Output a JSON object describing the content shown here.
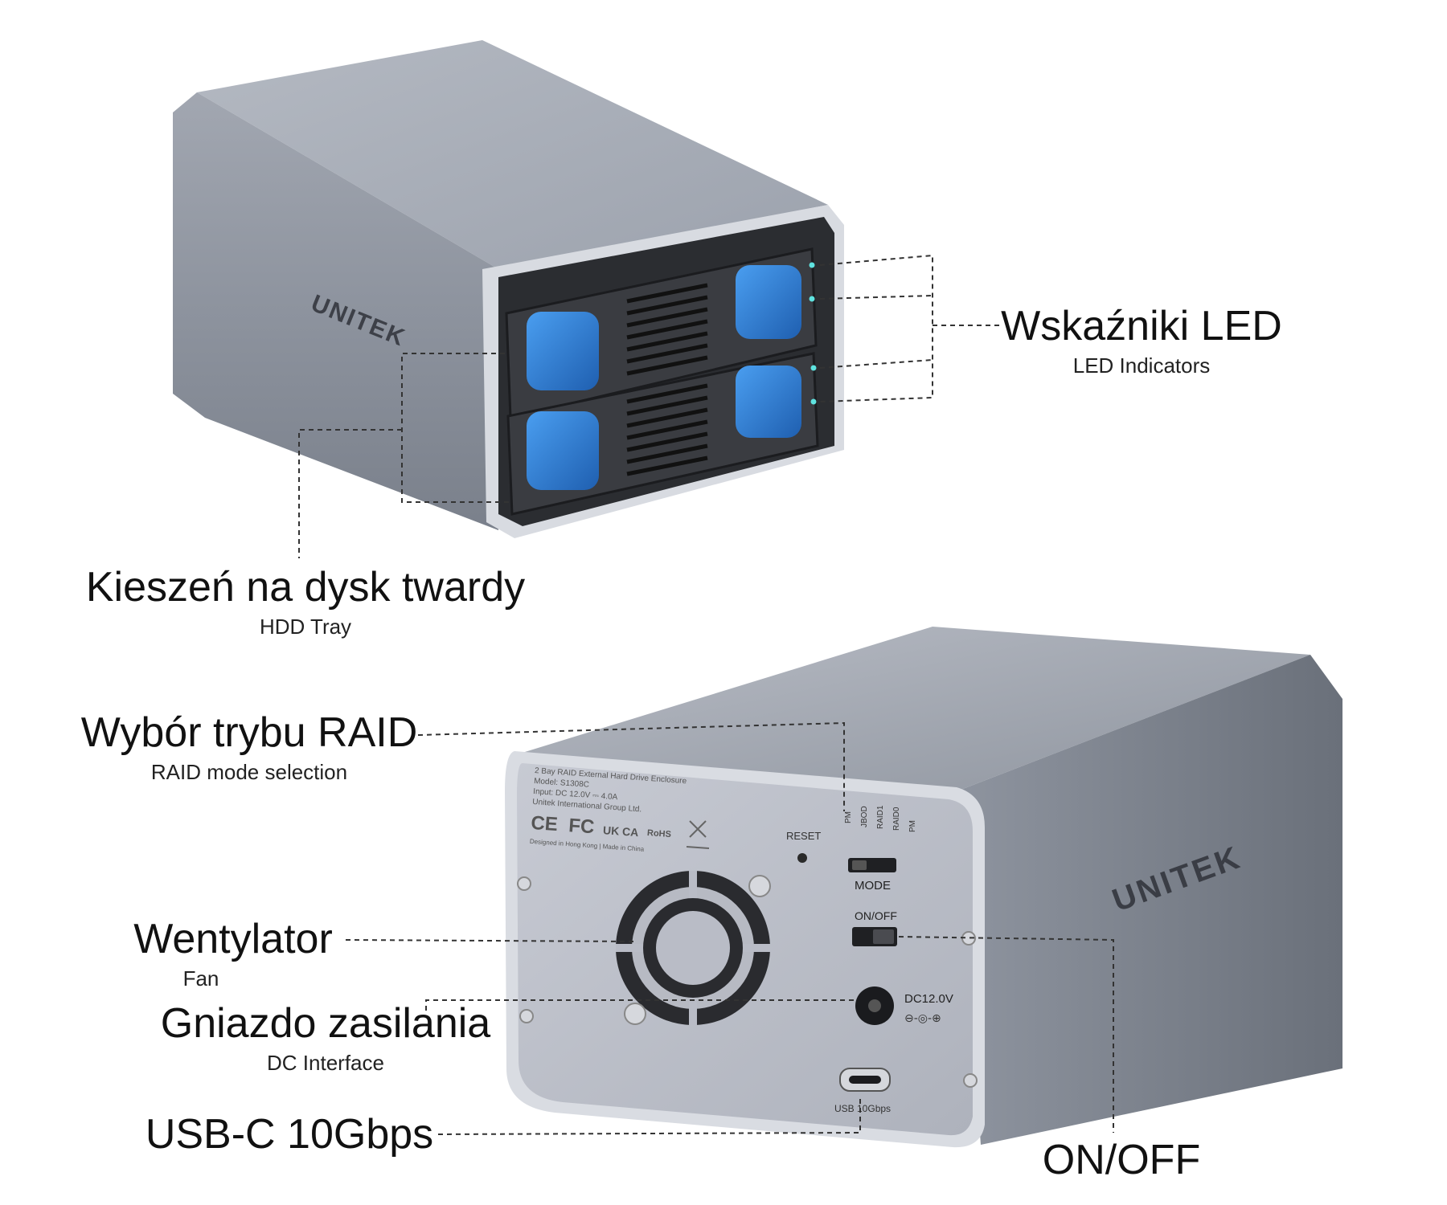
{
  "colors": {
    "background": "#ffffff",
    "aluminum_light": "#c4c8d0",
    "aluminum_mid": "#9aa0ab",
    "aluminum_dark": "#6d737e",
    "front_panel": "#2b2d31",
    "tray_handle_blue": "#2f7fd6",
    "led_cyan": "#5fe3e0",
    "back_panel": "#b9bcc6",
    "leader_line": "#333333"
  },
  "brand": {
    "logo_text": "UNITEK"
  },
  "labels": {
    "led": {
      "pl": "Wskaźniki LED",
      "en": "LED Indicators"
    },
    "hdd_tray": {
      "pl": "Kieszeń na dysk twardy",
      "en": "HDD Tray"
    },
    "raid": {
      "pl": "Wybór trybu RAID",
      "en": "RAID mode selection"
    },
    "fan": {
      "pl": "Wentylator",
      "en": "Fan"
    },
    "dc": {
      "pl": "Gniazdo zasilania",
      "en": "DC Interface"
    },
    "usb": {
      "pl": "USB-C 10Gbps"
    },
    "onoff": {
      "pl": "ON/OFF"
    }
  },
  "back_panel": {
    "info_lines": [
      "2 Bay RAID External Hard Drive Enclosure",
      "Model: S1308C",
      "Input: DC 12.0V ⎓ 4.0A",
      "Unitek International Group Ltd."
    ],
    "certs": [
      "CE",
      "FC",
      "UK CA",
      "RoHS"
    ],
    "made_in": "Designed in Hong Kong | Made in China",
    "reset_label": "RESET",
    "mode_positions": [
      "PM",
      "JBOD",
      "RAID1",
      "RAID0",
      "PM"
    ],
    "mode_label": "MODE",
    "power_switch_label": "ON/OFF",
    "dc_label": "DC12.0V",
    "usb_port_label": "USB 10Gbps"
  }
}
